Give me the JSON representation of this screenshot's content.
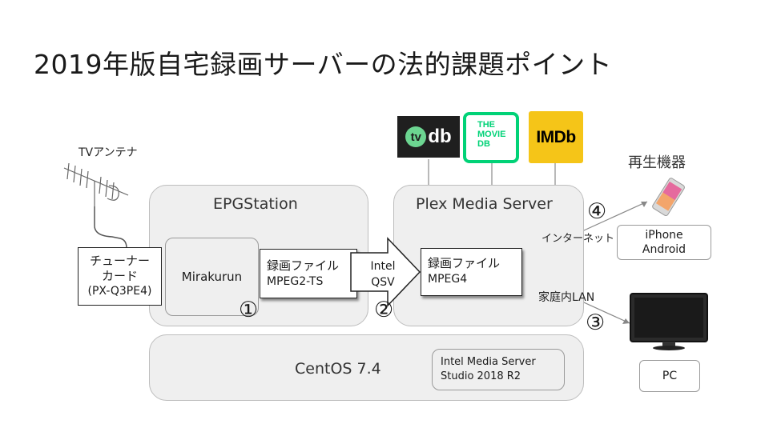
{
  "title": "2019年版自宅録画サーバーの法的課題ポイント",
  "antenna": {
    "label": "TVアンテナ",
    "icon": "antenna-icon"
  },
  "tuner": {
    "line1": "チューナー",
    "line2": "カード",
    "line3": "(PX-Q3PE4)"
  },
  "epgstation": {
    "label": "EPGStation",
    "mirakurun": "Mirakurun",
    "file": {
      "line1": "録画ファイル",
      "line2": "MPEG2-TS"
    }
  },
  "qsv": {
    "line1": "Intel",
    "line2": "QSV"
  },
  "plex": {
    "label": "Plex Media Server",
    "file": {
      "line1": "録画ファイル",
      "line2": "MPEG4"
    }
  },
  "logos": {
    "tvdb": {
      "text_a": "tv",
      "text_b": "db",
      "color": "#1f1f1f",
      "accent": "#6cd591"
    },
    "tmdb": {
      "line1": "THE",
      "line2": "MOVIE",
      "line3": "DB",
      "color": "#01d277"
    },
    "imdb": {
      "text": "IMDb",
      "color": "#f5c518"
    }
  },
  "centos": {
    "label": "CentOS 7.4",
    "intel_studio": {
      "line1": "Intel Media Server",
      "line2": "Studio 2018 R2"
    }
  },
  "devices_label": "再生機器",
  "phone": {
    "line1": "iPhone",
    "line2": "Android",
    "icon": "smartphone-icon"
  },
  "pc": {
    "label": "PC",
    "icon": "monitor-icon"
  },
  "links": {
    "internet": "インターネット",
    "lan": "家庭内LAN"
  },
  "markers": {
    "m1": "①",
    "m2": "②",
    "m3": "③",
    "m4": "④"
  }
}
